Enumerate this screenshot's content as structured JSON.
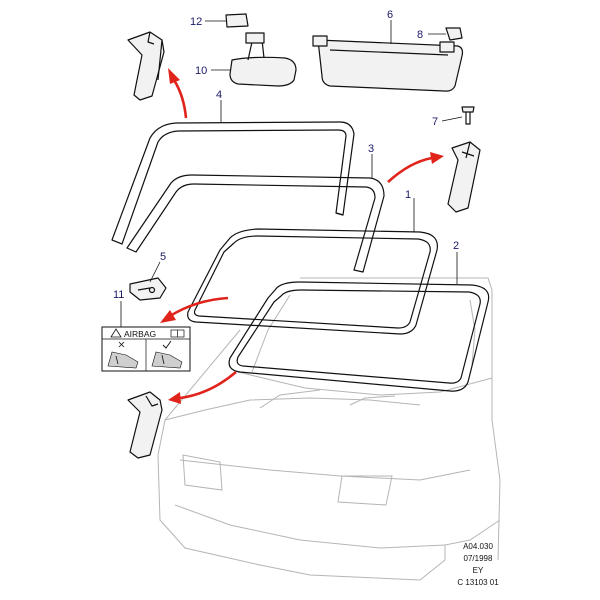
{
  "callouts": {
    "c1": "1",
    "c2": "2",
    "c3": "3",
    "c4": "4",
    "c5": "5",
    "c6": "6",
    "c7": "7",
    "c8": "8",
    "c10": "10",
    "c11": "11",
    "c12": "12"
  },
  "airbag_label": {
    "text": "AIRBAG",
    "warning_icon": "warning-triangle-icon",
    "book_icon": "manual-book-icon",
    "no_icon": "cross-icon",
    "yes_icon": "check-icon"
  },
  "reference": {
    "line1": "A04.030",
    "line2": "07/1998",
    "line3": "EY",
    "line4": "C 13103 01"
  },
  "colors": {
    "arrow": "#e0241b",
    "callout_text": "#1a1a66",
    "car_outline": "#b5b5b5"
  }
}
